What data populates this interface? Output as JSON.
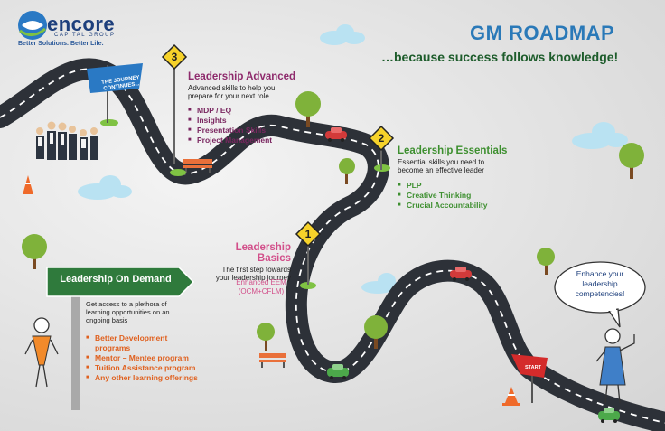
{
  "logo": {
    "name": "encore",
    "sub": "CAPITAL GROUP",
    "tagline": "Better Solutions. Better Life."
  },
  "title": "GM ROADMAP",
  "subtitle": "…because success follows knowledge!",
  "journey_flag": "THE JOURNEY CONTINUES...",
  "start_flag": "START",
  "stages": {
    "advanced": {
      "number": "3",
      "title": "Leadership Advanced",
      "description": "Advanced skills to help you prepare for your next role",
      "items": [
        "MDP / EQ",
        "Insights",
        "Presentation Skills",
        "Project Management"
      ]
    },
    "essentials": {
      "number": "2",
      "title": "Leadership Essentials",
      "description": "Essential skills you need to become an effective leader",
      "items": [
        "PLP",
        "Creative Thinking",
        "Crucial Accountability"
      ]
    },
    "basics": {
      "number": "1",
      "title": "Leadership Basics",
      "description": "The first step towards your leadership journey",
      "extra": "Enhanced EEM (OCM+CFLM)"
    }
  },
  "on_demand": {
    "label": "Leadership On Demand",
    "description": "Get access to a plethora of learning opportunities on an ongoing basis",
    "items": [
      "Better Development programs",
      "Mentor – Mentee program",
      "Tuition Assistance program",
      "Any other learning offerings"
    ]
  },
  "bubble": "Enhance your leadership competencies!",
  "colors": {
    "road": "#2d3138",
    "title_blue": "#2a79b8",
    "purple": "#8e2a6c",
    "green": "#3d8f2f",
    "pink": "#d24f8a",
    "orange": "#e0601e",
    "sign_green": "#2f7a3c",
    "sign_yellow": "#f6d22a"
  }
}
